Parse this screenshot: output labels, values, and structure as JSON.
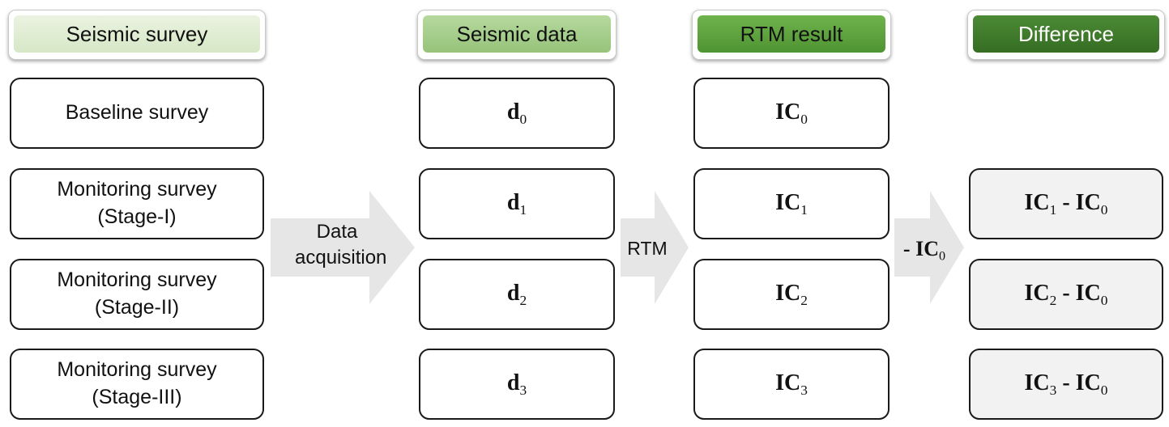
{
  "headers": {
    "survey": "Seismic survey",
    "data": "Seismic data",
    "rtm": "RTM result",
    "diff": "Difference"
  },
  "colors": {
    "survey_header_fill": "#e3eed8",
    "data_header_fill": "#a7cf8c",
    "rtm_header_fill": "#5fa63f",
    "diff_header_fill": "#3e7a2a",
    "arrow_fill": "#e6e6e6",
    "box_border": "#1a1a1a",
    "diff_box_fill": "#f2f2f2"
  },
  "surveys": [
    {
      "line1": "Baseline survey",
      "line2": ""
    },
    {
      "line1": "Monitoring survey",
      "line2": "(Stage-I)"
    },
    {
      "line1": "Monitoring survey",
      "line2": "(Stage-II)"
    },
    {
      "line1": "Monitoring survey",
      "line2": "(Stage-III)"
    }
  ],
  "data_items": [
    {
      "sym": "d",
      "sub": "0"
    },
    {
      "sym": "d",
      "sub": "1"
    },
    {
      "sym": "d",
      "sub": "2"
    },
    {
      "sym": "d",
      "sub": "3"
    }
  ],
  "rtm_items": [
    {
      "sym": "IC",
      "sub": "0"
    },
    {
      "sym": "IC",
      "sub": "1"
    },
    {
      "sym": "IC",
      "sub": "2"
    },
    {
      "sym": "IC",
      "sub": "3"
    }
  ],
  "diff_items": [
    {
      "sym": "IC",
      "sub": "1",
      "op": " - ",
      "sym2": "IC",
      "sub2": "0"
    },
    {
      "sym": "IC",
      "sub": "2",
      "op": " - ",
      "sym2": "IC",
      "sub2": "0"
    },
    {
      "sym": "IC",
      "sub": "3",
      "op": " - ",
      "sym2": "IC",
      "sub2": "0"
    }
  ],
  "arrows": {
    "acquisition_line1": "Data",
    "acquisition_line2": "acquisition",
    "rtm": "RTM",
    "subtract_prefix": "- ",
    "subtract_sym": "IC",
    "subtract_sub": "0"
  }
}
